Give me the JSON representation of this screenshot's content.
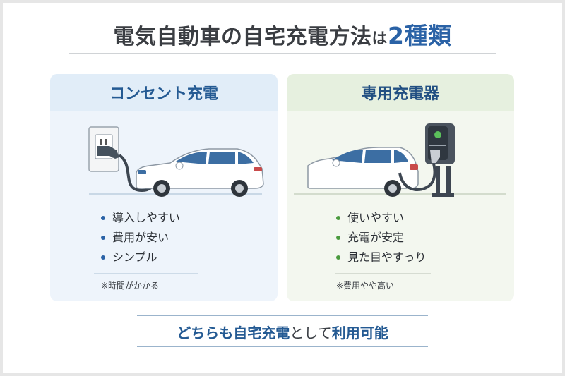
{
  "title": {
    "main": "電気自動車の自宅充電方法",
    "particle": "は",
    "accent": "2種類"
  },
  "colors": {
    "title": "#3a3d42",
    "accent_blue": "#2a62a6",
    "left_card_bg": "#eef4fb",
    "right_card_bg": "#f3f7ef",
    "left_bullet": "#2a62a6",
    "right_bullet": "#4a9a3e"
  },
  "cards": [
    {
      "heading": "コンセント充電",
      "illustration": "car-plugged-into-wall-outlet",
      "items": [
        "導入しやすい",
        "費用が安い",
        "シンプル"
      ],
      "note": "※時間がかかる"
    },
    {
      "heading": "専用充電器",
      "illustration": "car-connected-to-charging-station",
      "items": [
        "使いやすい",
        "充電が安定",
        "見た目やすっり"
      ],
      "note": "※費用やや高い"
    }
  ],
  "footer": {
    "part1": "どちらも自宅充電",
    "part2": "として",
    "part3": "利用可能"
  }
}
